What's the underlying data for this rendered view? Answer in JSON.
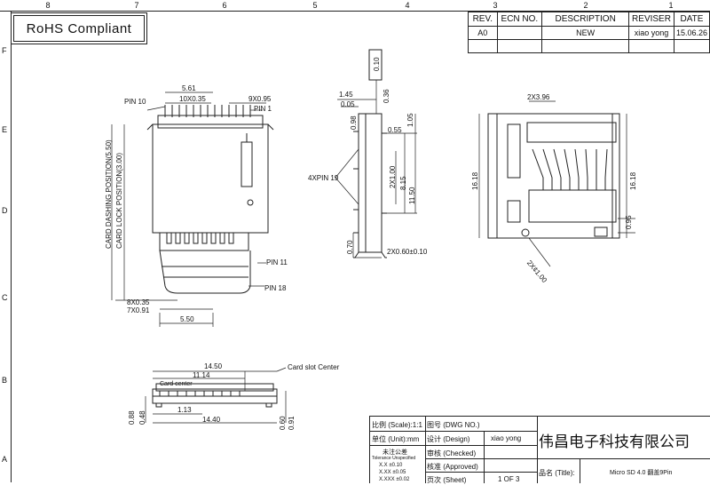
{
  "frame": {
    "columns": [
      "8",
      "7",
      "6",
      "5",
      "4",
      "3",
      "2",
      "1"
    ],
    "rows": [
      "F",
      "E",
      "D",
      "C",
      "B",
      "A"
    ]
  },
  "badge": {
    "text": "RoHS  Compliant"
  },
  "revision_table": {
    "headers": [
      "REV.",
      "ECN  NO.",
      "DESCRIPTION",
      "REVISER",
      "DATE"
    ],
    "row": [
      "A0",
      "",
      "NEW",
      "xiao  yong",
      "15.06.26"
    ]
  },
  "top_view": {
    "pin10": "PIN 10",
    "pin1": "PIN 1",
    "pin11": "PIN 11",
    "pin18": "PIN 18",
    "dim_561": "5.61",
    "dim_10x035": "10X0.35",
    "dim_9x095": "9X0.95",
    "dim_8x035": "8X0.35",
    "dim_7x091": "7X0.91",
    "dim_550": "5.50",
    "card_dashing": "CARD DASHING POSITION(5.50)",
    "card_lock": "CARD LOCK POSITION(3.00)"
  },
  "side_view": {
    "dim_145": "1.45",
    "dim_005": "0.05",
    "flat_010": "0.10",
    "dim_036": "0.36",
    "dim_098": "0.98",
    "dim_055": "0.55",
    "dim_105": "1.05",
    "pin19": "4XPIN 19",
    "dim_2x100": "2X1.00",
    "dim_815": "8.15",
    "dim_1150": "11.50",
    "dim_070": "0.70",
    "dim_2x060": "2X0.60±0.10"
  },
  "pcb_view": {
    "dim_2x396": "2X3.96",
    "dim_1618_left": "16.18",
    "dim_1618_right": "16.18",
    "dim_095": "0.95",
    "dim_2x100": "2X¢1.00"
  },
  "bottom_view": {
    "dim_1450": "14.50",
    "dim_1114": "11.14",
    "card_slot": "Card slot Center",
    "card_center": "Card center",
    "dim_113": "1.13",
    "dim_1440": "14.40",
    "dim_088": "0.88",
    "dim_048": "0.48",
    "dim_060": "0.60",
    "dim_091": "0.91"
  },
  "title_block": {
    "scale": "比例 (Scale):1:1",
    "dwg_no": "图号  (DWG NO.)",
    "unit": "单位 (Unit):mm",
    "design_lbl": "设计  (Design)",
    "designer": "xiao  yong",
    "tol_title": "未注公差",
    "tol_sub": "Tolerance Unspecified",
    "tol1": "X.X    ±0.10",
    "tol2": "X.XX    ±0.05",
    "tol3": "X.XXX   ±0.02",
    "checked": "审核  (Checked)",
    "approved": "核准  (Approved)",
    "sheet_lbl": "页次  (Sheet)",
    "sheet": "1  OF  3",
    "company": "伟昌电子科技有限公司",
    "title_lbl": "品名 (Title):",
    "title": "Micro SD 4.0 翻盖9Pin"
  }
}
